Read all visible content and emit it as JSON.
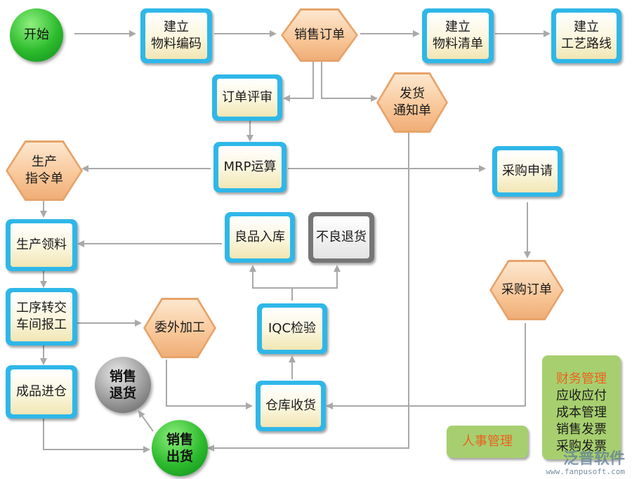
{
  "nodes": {
    "start": "开始",
    "create_material_code": [
      "建立",
      "物料编码"
    ],
    "sales_order": "销售订单",
    "create_bom": [
      "建立",
      "物料清单"
    ],
    "create_routing": [
      "建立",
      "工艺路线"
    ],
    "order_review": "订单评审",
    "delivery_notice": [
      "发货",
      "通知单"
    ],
    "production_order": [
      "生产",
      "指令单"
    ],
    "mrp": "MRP运算",
    "purchase_request": "采购申请",
    "production_picking": "生产领料",
    "good_stock_in": "良品入库",
    "defect_return": "不良退货",
    "purchase_order": "采购订单",
    "process_transfer": [
      "工序转交",
      "车间报工"
    ],
    "outsourcing": "委外加工",
    "iqc": "IQC检验",
    "finished_stock_in": "成品进仓",
    "sales_return": [
      "销售",
      "退货"
    ],
    "warehouse_receipt": "仓库收货",
    "sales_shipment": [
      "销售",
      "出货"
    ],
    "hr": "人事管理"
  },
  "finance_panel": {
    "title": "财务管理",
    "items": [
      "应收应付",
      "成本管理",
      "销售发票",
      "采购发票"
    ]
  },
  "watermark": {
    "brand": "泛普软件",
    "url": "www.fanpusoft.com"
  },
  "colors": {
    "box_border": "#2fb7e8",
    "hex_fill": "#f6bd8a",
    "arrow": "#a9a9a9",
    "start_green": "#2dbb2d",
    "panel_green": "#a7cf6f",
    "finance_title": "#e8641e"
  }
}
